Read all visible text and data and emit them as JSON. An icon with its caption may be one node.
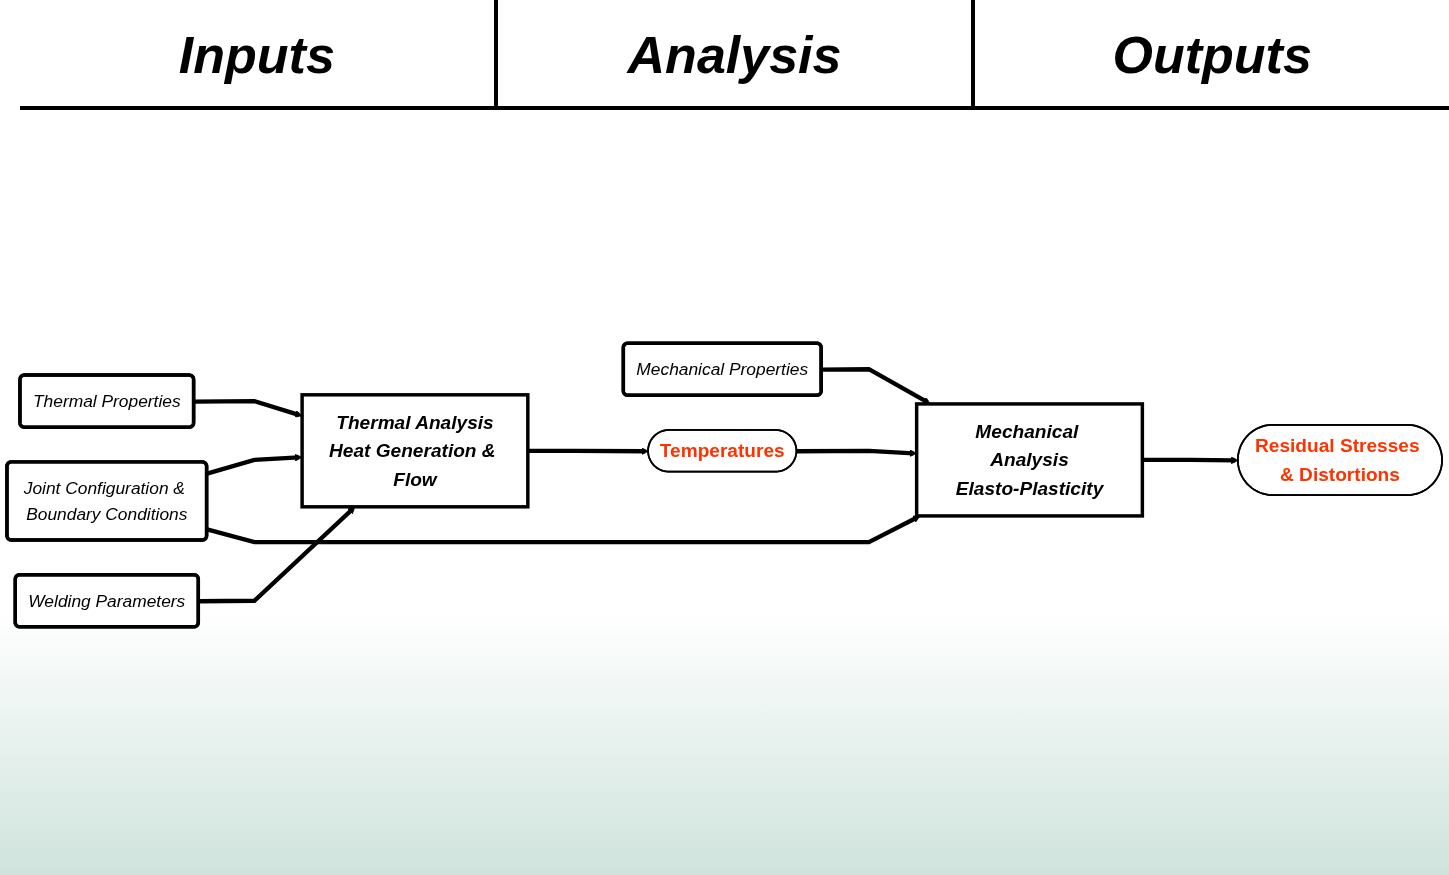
{
  "diagram": {
    "nodes": [
      {
        "text": [
          "Thermal Properties"
        ]
      },
      {
        "text": [
          "Welding Parameters"
        ]
      },
      {
        "text": [
          "Joint Configuration & Boundary Conditions"
        ]
      },
      {
        "text": [
          "Mechanical Properties"
        ]
      },
      {
        "text": [
          "Thermal Analysis",
          "Heat Generation & Flow"
        ]
      },
      {
        "text": [
          "Mechanical Analysis",
          "Elasto-Plasticity"
        ]
      },
      {
        "text": [
          "Temperatures"
        ]
      },
      {
        "text": [
          "Residual Stresses & Distortions"
        ]
      }
    ],
    "edges": [
      {
        "from": 0,
        "to": 4,
        "arrow": "to"
      },
      {
        "from": 1,
        "to": 4,
        "arrow": "to"
      },
      {
        "from": 2,
        "to": 4,
        "arrow": "to"
      },
      {
        "from": 2,
        "to": 5,
        "arrow": "to"
      },
      {
        "from": 3,
        "to": 5,
        "arrow": "to"
      },
      {
        "from": 4,
        "to": 6,
        "arrow": "to"
      },
      {
        "from": 6,
        "to": 5,
        "arrow": "to"
      },
      {
        "from": 5,
        "to": 7,
        "arrow": "to"
      }
    ],
    "labels": [
      "Inputs",
      "Analysis",
      "Outputs"
    ]
  }
}
